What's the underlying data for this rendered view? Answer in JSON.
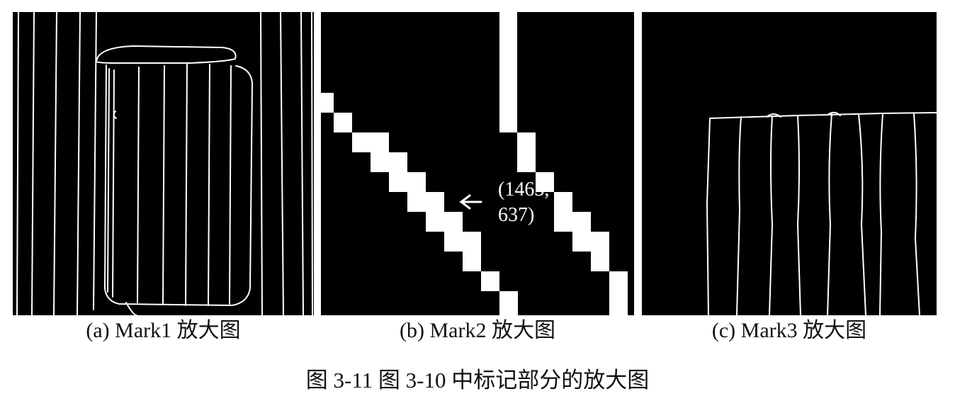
{
  "panels": [
    {
      "id": "a",
      "caption": "(a) Mark1 放大图"
    },
    {
      "id": "b",
      "caption": "(b) Mark2 放大图",
      "annotation": {
        "line1": "(1463,",
        "line2": "637)"
      }
    },
    {
      "id": "c",
      "caption": "(c) Mark3 放大图"
    }
  ],
  "figure": {
    "caption": "图 3-11  图 3-10 中标记部分的放大图"
  },
  "colors": {
    "background": "#000000",
    "edge": "#ffffff",
    "page": "#ffffff",
    "text": "#111111"
  },
  "icons": {
    "annotation_arrow": "arrow-left-icon"
  }
}
